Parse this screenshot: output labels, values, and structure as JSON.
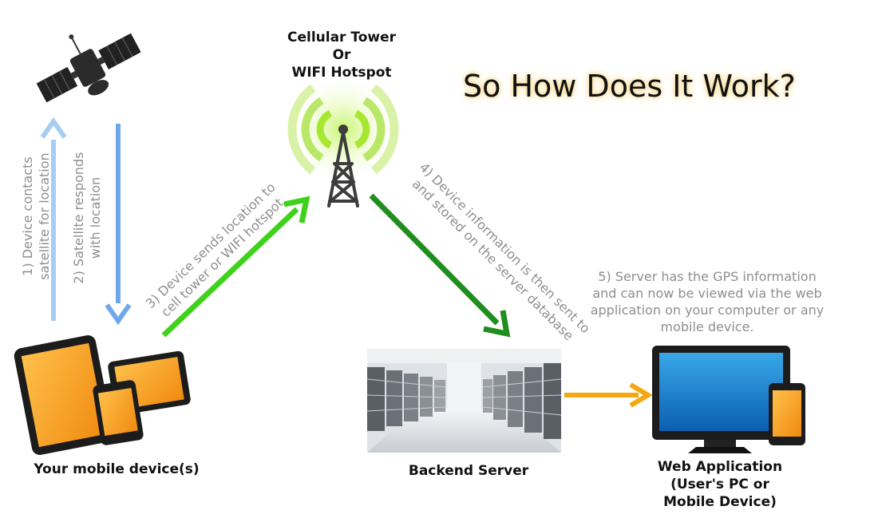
{
  "heading": "So How Does It Work?",
  "nodes": {
    "tower": {
      "line1": "Cellular Tower",
      "line2": "Or",
      "line3": "WIFI Hotspot"
    },
    "mobile": {
      "label": "Your mobile device(s)"
    },
    "server": {
      "label": "Backend Server"
    },
    "webapp": {
      "line1": "Web Application",
      "line2": "(User's PC or",
      "line3": "Mobile Device)"
    }
  },
  "steps": {
    "s1": {
      "line1": "1) Device contacts",
      "line2": "satellite for location"
    },
    "s2": {
      "line1": "2) Satellite responds",
      "line2": "with location"
    },
    "s3": {
      "line1": "3) Device sends location to",
      "line2": "cell tower or WIFI hotspot"
    },
    "s4": {
      "line1": "4) Device information is then sent to",
      "line2": "and stored on the server database"
    },
    "s5": {
      "line1": "5) Server has the GPS information",
      "line2": "and can now be viewed via the web",
      "line3": "application on your computer or any",
      "line4": "mobile device."
    }
  },
  "colors": {
    "arrow_up": "#a8cdf5",
    "arrow_down": "#6fa8ea",
    "arrow_to_tower": "#3fd21a",
    "arrow_to_server": "#1f8e1f",
    "arrow_to_webapp": "#f4a70f",
    "device_orange": "#f5a020",
    "signal_green": "#a6e830"
  },
  "icons": [
    "satellite-icon",
    "tower-icon",
    "tablet-icon",
    "phone-icon",
    "server-room-icon",
    "monitor-icon"
  ]
}
